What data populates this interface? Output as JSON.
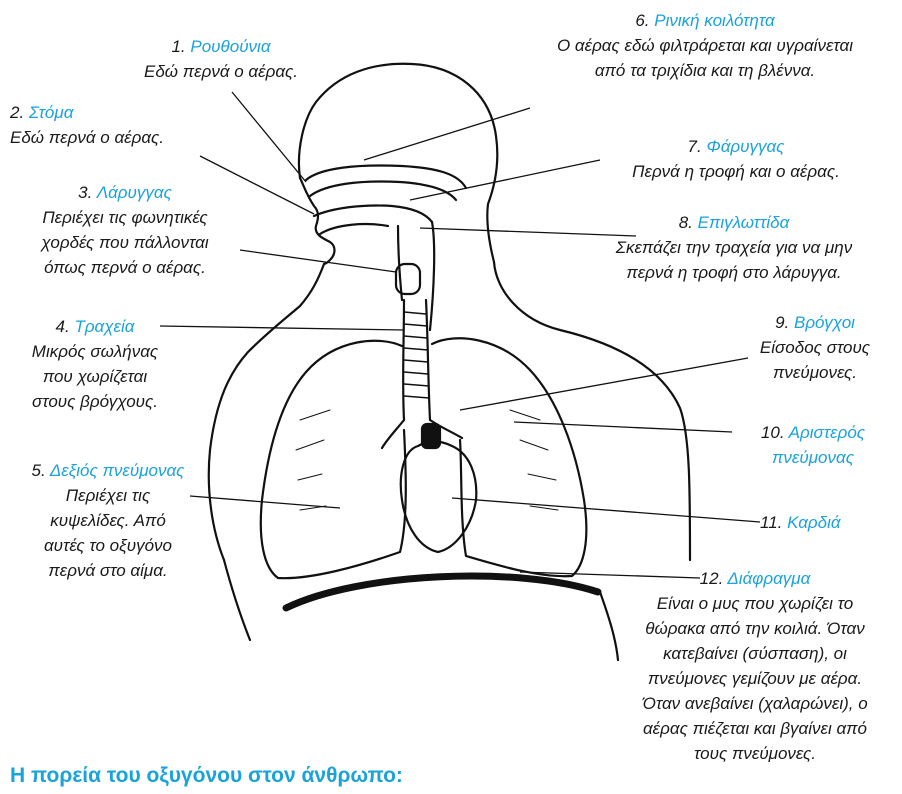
{
  "labels": [
    {
      "num": "1.",
      "term": "Ρουθούνια",
      "desc": [
        "Εδώ περνά ο αέρας."
      ]
    },
    {
      "num": "2.",
      "term": "Στόμα",
      "desc": [
        "Εδώ περνά ο αέρας."
      ]
    },
    {
      "num": "3.",
      "term": "Λάρυγγας",
      "desc": [
        "Περιέχει τις φωνητικές",
        "χορδές που πάλλονται",
        "όπως περνά ο αέρας."
      ]
    },
    {
      "num": "4.",
      "term": "Τραχεία",
      "desc": [
        "Μικρός σωλήνας",
        "που χωρίζεται",
        "στους βρόγχους."
      ]
    },
    {
      "num": "5.",
      "term": "Δεξιός πνεύμονας",
      "desc": [
        "Περιέχει  τις",
        "κυψελίδες. Από",
        "αυτές το οξυγόνο",
        "περνά στο αίμα."
      ]
    },
    {
      "num": "6.",
      "term": "Ρινική κοιλότητα",
      "desc": [
        "Ο αέρας εδώ φιλτράρεται και υγραίνεται",
        "από τα τριχίδια και τη βλέννα."
      ]
    },
    {
      "num": "7.",
      "term": "Φάρυγγας",
      "desc": [
        "Περνά η τροφή και ο αέρας."
      ]
    },
    {
      "num": "8.",
      "term": "Επιγλωττίδα",
      "desc": [
        "Σκεπάζει την τραχεία για να μην",
        "περνά η τροφή στο λάρυγγα."
      ]
    },
    {
      "num": "9.",
      "term": "Βρόγχοι",
      "desc": [
        "Είσοδος στους",
        "πνεύμονες."
      ]
    },
    {
      "num": "10.",
      "term": "Αριστερός",
      "desc": [
        "πνεύμονας"
      ]
    },
    {
      "num": "11.",
      "term": "Καρδιά",
      "desc": []
    },
    {
      "num": "12.",
      "term": "Διάφραγμα",
      "desc": [
        "Είναι ο μυς που χωρίζει το",
        "θώρακα από την κοιλιά.  Όταν",
        "κατεβαίνει (σύσπαση), οι",
        "πνεύμονες γεμίζουν με αέρα.",
        "Όταν ανεβαίνει (χαλαρώνει), ο",
        "αέρας πιέζεται και βγαίνει από",
        "τους πνεύμονες."
      ]
    }
  ],
  "title": "Η πορεία του οξυγόνου στον άνθρωπο:",
  "colors": {
    "term": "#1aa3d9",
    "text": "#1a1a1a",
    "ink": "#111111"
  }
}
